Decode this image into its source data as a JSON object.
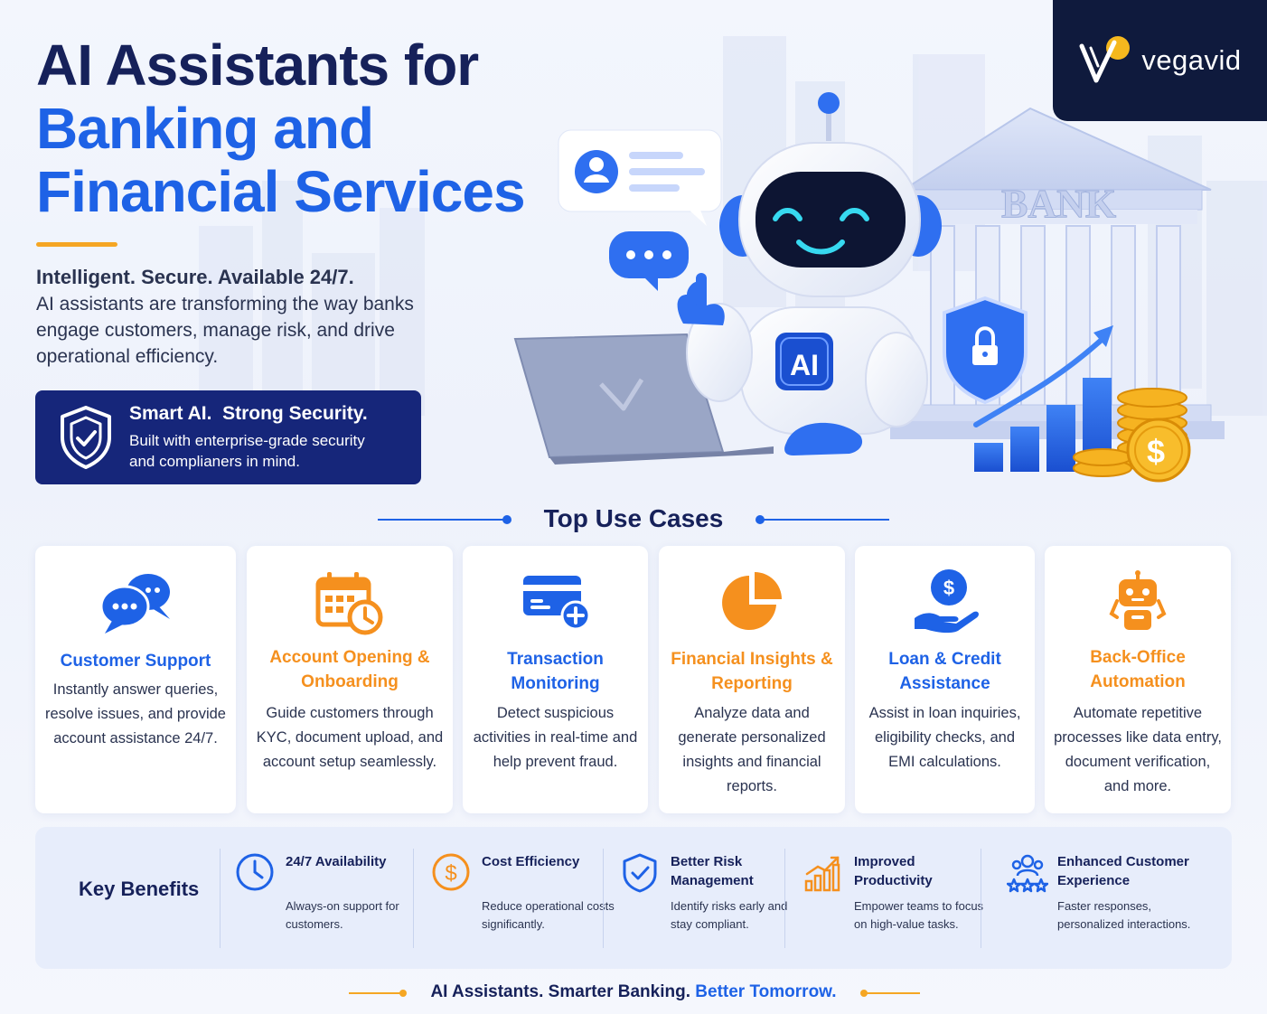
{
  "brand": {
    "name": "vegavid"
  },
  "hero": {
    "title_line1": "AI Assistants for",
    "title_line2": "Banking and",
    "title_line3": "Financial Services",
    "tagline": "Intelligent. Secure. Available 24/7.",
    "description": "AI assistants are transforming the way banks engage customers, manage risk, and drive operational efficiency."
  },
  "security_box": {
    "title": "Smart AI.  Strong Security.",
    "text": "Built with enterprise-grade security and complianers in mind."
  },
  "illustration": {
    "bank_sign": "BANK",
    "robot_badge": "AI",
    "coin_symbol": "$"
  },
  "use_cases": {
    "heading": "Top Use Cases",
    "items": [
      {
        "title": "Customer Support",
        "description": "Instantly answer queries, resolve issues, and provide account assistance 24/7.",
        "icon": "chat-bubbles-icon",
        "color": "#1e62e6"
      },
      {
        "title": "Account Opening & Onboarding",
        "description": "Guide customers through KYC, document upload, and account setup seamlessly.",
        "icon": "calendar-clock-icon",
        "color": "#f5901e"
      },
      {
        "title": "Transaction Monitoring",
        "description": "Detect suspicious activities in real-time and help prevent fraud.",
        "icon": "credit-card-plus-icon",
        "color": "#1e62e6"
      },
      {
        "title": "Financial Insights & Reporting",
        "description": "Analyze data and generate personalized insights and financial reports.",
        "icon": "pie-chart-icon",
        "color": "#f5901e"
      },
      {
        "title": "Loan & Credit Assistance",
        "description": "Assist in loan inquiries, eligibility checks, and EMI calculations.",
        "icon": "hand-coin-icon",
        "color": "#1e62e6"
      },
      {
        "title": "Back-Office Automation",
        "description": "Automate repetitive processes like data entry, document verification, and more.",
        "icon": "robot-icon",
        "color": "#f5901e"
      }
    ]
  },
  "key_benefits": {
    "label": "Key Benefits",
    "items": [
      {
        "title": "24/7 Availability",
        "description": "Always-on support for customers.",
        "icon": "clock-icon"
      },
      {
        "title": "Cost Efficiency",
        "description": "Reduce operational costs significantly.",
        "icon": "dollar-circle-icon"
      },
      {
        "title": "Better Risk Management",
        "description": "Identify risks early and stay compliant.",
        "icon": "shield-check-icon"
      },
      {
        "title": "Improved Productivity",
        "description": "Empower teams to focus on high-value tasks.",
        "icon": "growth-chart-icon"
      },
      {
        "title": "Enhanced Customer Experience",
        "description": "Faster responses, personalized interactions.",
        "icon": "users-stars-icon"
      }
    ]
  },
  "footer": {
    "text_main": "AI Assistants. Smarter Banking.",
    "text_accent": "Better Tomorrow."
  },
  "colors": {
    "navy": "#16215a",
    "blue": "#1e62e6",
    "orange": "#f5901e",
    "gold": "#f5a623"
  }
}
